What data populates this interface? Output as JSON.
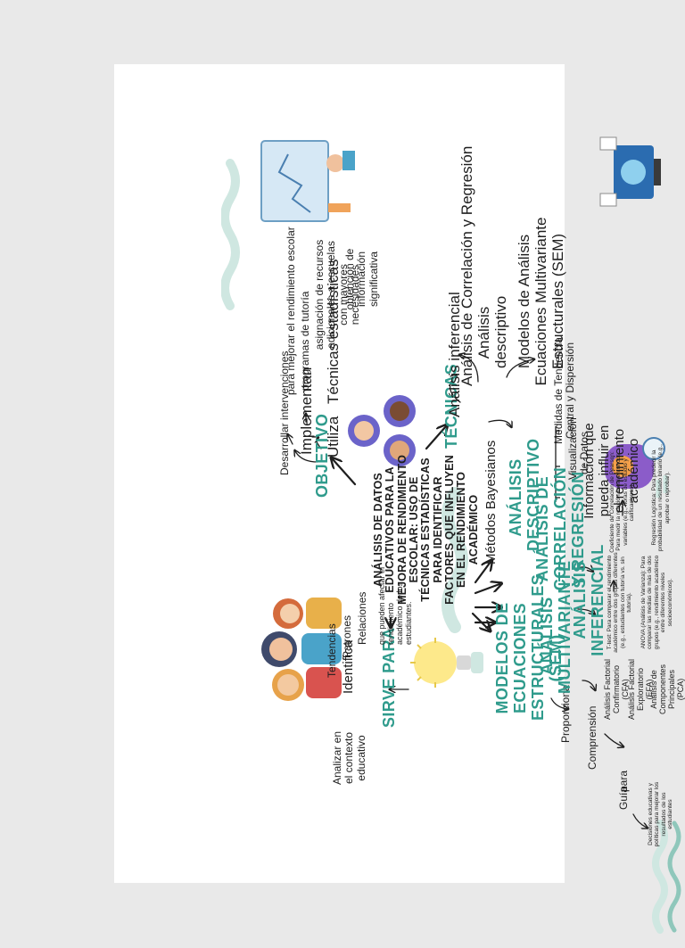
{
  "title": "ANÁLISIS DE DATOS EDUCATIVOS PARA LA MEJORA DE RENDIMIENTO ESCOLAR: USO DE TÉCNICAS ESTADÍSTICAS PARA IDENTIFICAR FACTORES QUE INFLUYEN EN EL RENDIMIENTO ACADÉMICO",
  "sirve_para": {
    "heading": "SIRVE PARA",
    "item": "Analizar en el contexto educativo",
    "identifica": "Identifica",
    "tendencias": "Tendencias",
    "patrones": "Patrones",
    "relaciones": "Relaciones",
    "factores": "que pueden afectar el rendimiento académico de los estudiantes."
  },
  "objetivo": {
    "heading": "OBJETIVO",
    "desarrollar": "Desarrollar intervenciones",
    "implementan": "Implementan",
    "mejorar": "para mejorar el rendimiento escolar",
    "tutoria": "programas de tutoría",
    "recursos": "asignación de recursos adicionales a escuelas con mayores necesidades",
    "utiliza": "Utiliza",
    "tecnicas_est": "Técnicas estadísticas",
    "obtencion": "obtención de información significativa"
  },
  "tecnicas": {
    "heading": "TÉCNICAS",
    "inferencial": "Análisis inferencial",
    "correlacion": "Análisis de Correlación y Regresión",
    "descriptivo": "Análisis descriptivo",
    "sem": "Modelos de Análisis Ecuaciones Multivariante Estructurales (SEM)",
    "bayesianos": "Métodos Bayesianos"
  },
  "sem_branch": {
    "heading": "MODELOS DE ECUACIONES ESTRUCTURALES (SEM)",
    "proporciona": "Proporciona",
    "comprension": "Comprensión",
    "guia": "Guía",
    "para": "para",
    "decisiones": "Decisiones educativas y políticas para mejorar los resultados de los estudiantes"
  },
  "multivariante": {
    "heading": "ANÁLISIS MULTIVARIANTE",
    "afc": "Análisis Factorial Confirmatorio (CFA)",
    "afe": "Análisis Factorial Exploratorio (EFA)",
    "acp": "Análisis de Componentes Principales (PCA)"
  },
  "inferencial": {
    "heading": "ANÁLISIS INFERENCIAL",
    "ttest": "T-test: Para comparar el rendimiento académico entre dos grupos diferentes (e.g., estudiantes con tutoría vs. sin tutoría).",
    "anova": "ANOVA (Análisis de Varianza): Para comparar las medias de más de dos grupos (e.g., rendimiento académico entre diferentes niveles socioeconómicos)."
  },
  "correlacion": {
    "heading": "ANÁLISIS DE CORRELACIÓN Y REGRESIÓN",
    "pearson": "Coeficiente de Correlación de Pearson: Para medir la relación lineal entre dos variables (e.g., horas de estudio y calificaciones).",
    "logistica": "Regresión Logística: Para predecir la probabilidad de un resultado binario (e.g., aprobar o reprobar)."
  },
  "descriptivo": {
    "heading": "ANÁLISIS DESCRIPTIVO",
    "informacion": "Información que pueda influir en el rendimiento académico",
    "visualizacion": "Visualización de Datos",
    "medidas": "Medidas de Tendencia Central y Dispersión"
  },
  "colors": {
    "teal": "#2f9b8c",
    "wave": "#cfe7e1",
    "wave_dark": "#8fc7bb",
    "ink": "#1e1e1e"
  }
}
